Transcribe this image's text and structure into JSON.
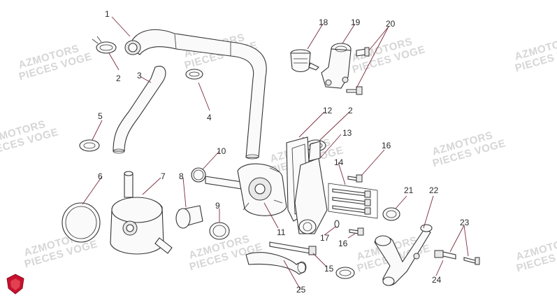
{
  "watermark": {
    "line1": "AZMOTORS",
    "line2": "PIECES VOGE"
  },
  "callouts": [
    "1",
    "2",
    "3",
    "4",
    "5",
    "6",
    "7",
    "8",
    "9",
    "10",
    "11",
    "12",
    "2",
    "13",
    "14",
    "15",
    "16",
    "16",
    "17",
    "18",
    "19",
    "20",
    "21",
    "22",
    "23",
    "24",
    "25"
  ],
  "colors": {
    "line": "#333333",
    "leader": "#7a2b3a",
    "watermark": "#d6d6d6",
    "badge": "#c8102e"
  },
  "icons": {
    "logo": "shield-logo-icon"
  }
}
